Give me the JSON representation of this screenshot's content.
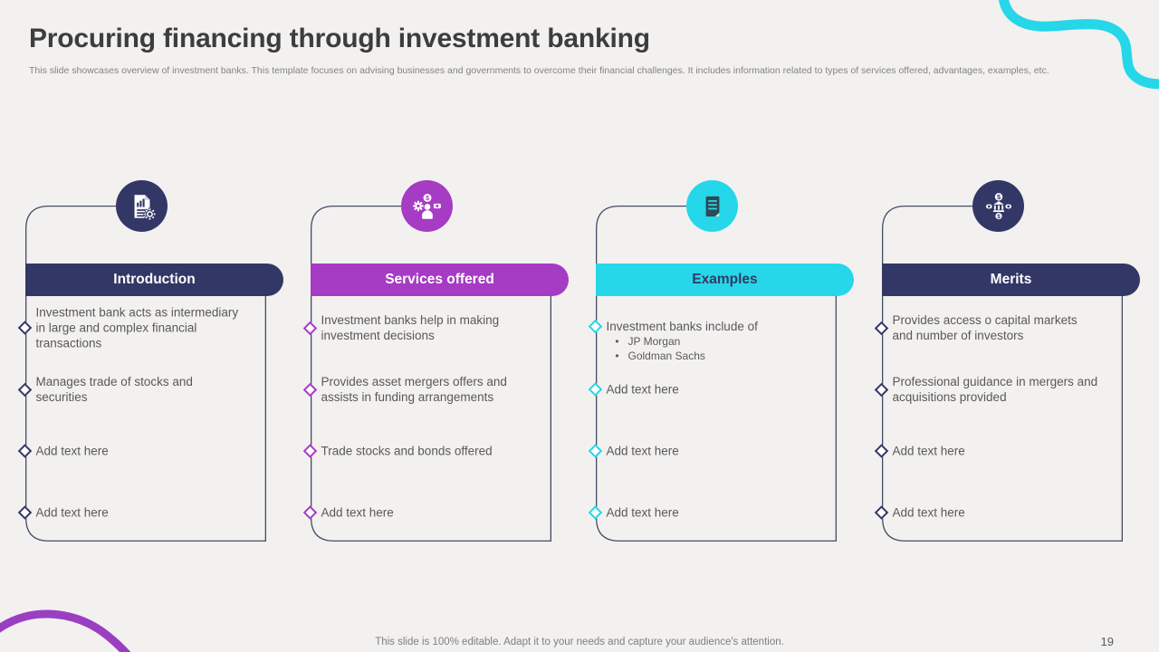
{
  "slide": {
    "title": "Procuring financing through investment banking",
    "subtitle": "This slide showcases overview of investment banks. This template focuses on advising businesses and governments to overcome their financial challenges. It includes information related to types of services offered, advantages, examples, etc.",
    "footer": "This slide is 100% editable. Adapt it to your needs and capture your audience's attention.",
    "page_number": "19"
  },
  "colors": {
    "background": "#f2f1f0",
    "navy": "#333766",
    "purple": "#a63bc4",
    "cyan": "#25d7e8",
    "body_text": "#595959",
    "outline": "#454b66"
  },
  "columns": [
    {
      "id": "introduction",
      "header": "Introduction",
      "accent": "#333766",
      "icon": "document-chart-gear-icon",
      "items": [
        {
          "text": "Investment bank acts as intermediary in large and complex financial transactions"
        },
        {
          "text": "Manages trade of stocks and securities"
        },
        {
          "text": "Add text here"
        },
        {
          "text": "Add text here"
        }
      ]
    },
    {
      "id": "services-offered",
      "header": "Services offered",
      "accent": "#a63bc4",
      "icon": "advisor-gear-money-icon",
      "items": [
        {
          "text": "Investment banks help in making investment decisions"
        },
        {
          "text": "Provides asset mergers offers and assists in funding arrangements"
        },
        {
          "text": "Trade stocks and bonds offered"
        },
        {
          "text": "Add text here"
        }
      ]
    },
    {
      "id": "examples",
      "header": "Examples",
      "accent": "#25d7e8",
      "icon": "document-icon",
      "items": [
        {
          "text": "Investment banks include of",
          "sub_items": [
            "JP Morgan",
            "Goldman Sachs"
          ]
        },
        {
          "text": "Add text here"
        },
        {
          "text": "Add text here"
        },
        {
          "text": "Add text here"
        }
      ]
    },
    {
      "id": "merits",
      "header": "Merits",
      "accent": "#333766",
      "icon": "bank-money-network-icon",
      "items": [
        {
          "text": "Provides access o capital markets and number of investors"
        },
        {
          "text": "Professional guidance in mergers and acquisitions provided"
        },
        {
          "text": "Add text here"
        },
        {
          "text": "Add text here"
        }
      ]
    }
  ]
}
